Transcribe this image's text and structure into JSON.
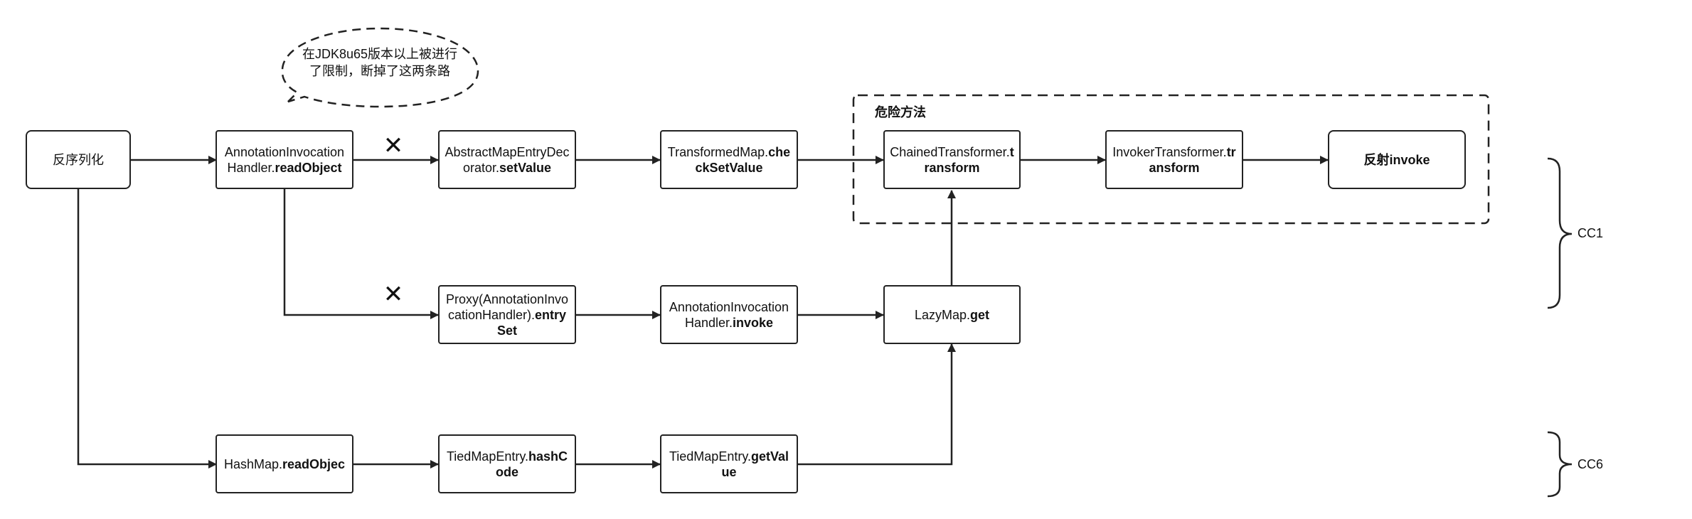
{
  "nodes": {
    "deserialize": "反序列化",
    "aih_read": {
      "pre": "AnnotationInvocationHandler.",
      "bold": "readObject"
    },
    "amed_setvalue": {
      "pre": "AbstractMapEntryDecorator.",
      "bold": "setValue"
    },
    "tm_check": {
      "pre": "TransformedMap.",
      "bold": "checkSetValue"
    },
    "chained": {
      "pre": "ChainedTransformer.",
      "bold": "transform"
    },
    "invoker": {
      "pre": "InvokerTransformer.",
      "bold": "transform"
    },
    "reflect": "反射invoke",
    "proxy": {
      "pre": "Proxy(AnnotationInvocationHandler).",
      "bold": "entrySet"
    },
    "aih_invoke": {
      "pre": "AnnotationInvocationHandler.",
      "bold": "invoke"
    },
    "lazymap": {
      "pre": "LazyMap.",
      "bold": "get"
    },
    "hashmap": {
      "pre": "HashMap.",
      "bold": "readObjec"
    },
    "tme_hash": {
      "pre": "TiedMapEntry.",
      "bold": "hashCode"
    },
    "tme_get": {
      "pre": "TiedMapEntry.",
      "bold": "getValue"
    }
  },
  "annotations": {
    "cloud_line1": "在JDK8u65版本以上被进行",
    "cloud_line2": "了限制，断掉了这两条路",
    "dangerous_methods": "危险方法",
    "cross_mark": "✕"
  },
  "braces": {
    "cc1": "CC1",
    "cc6": "CC6"
  },
  "colors": {
    "stroke": "#222222",
    "background": "#ffffff"
  }
}
